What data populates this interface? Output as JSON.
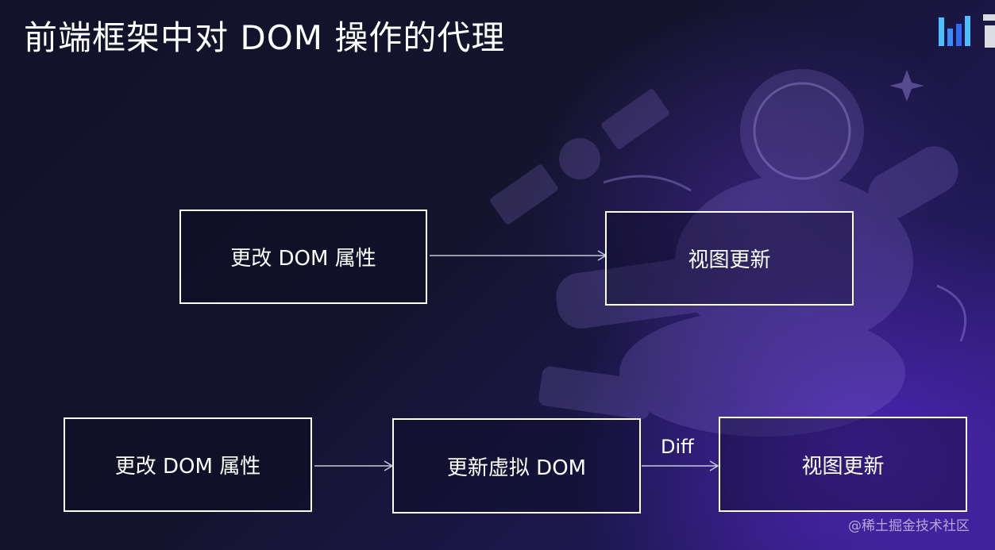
{
  "title": "前端框架中对 DOM 操作的代理",
  "flow_direct": {
    "source": "更改 DOM 属性",
    "target": "视图更新"
  },
  "flow_virtual": {
    "source": "更改 DOM 属性",
    "middle": "更新虚拟 DOM",
    "edge_label": "Diff",
    "target": "视图更新"
  },
  "watermark": "@稀土掘金技术社区",
  "colors": {
    "background": "#14142c",
    "accent_purple": "#3a1f8c",
    "box_border": "#ffffff",
    "logo_blue": "#3aa0ff"
  }
}
